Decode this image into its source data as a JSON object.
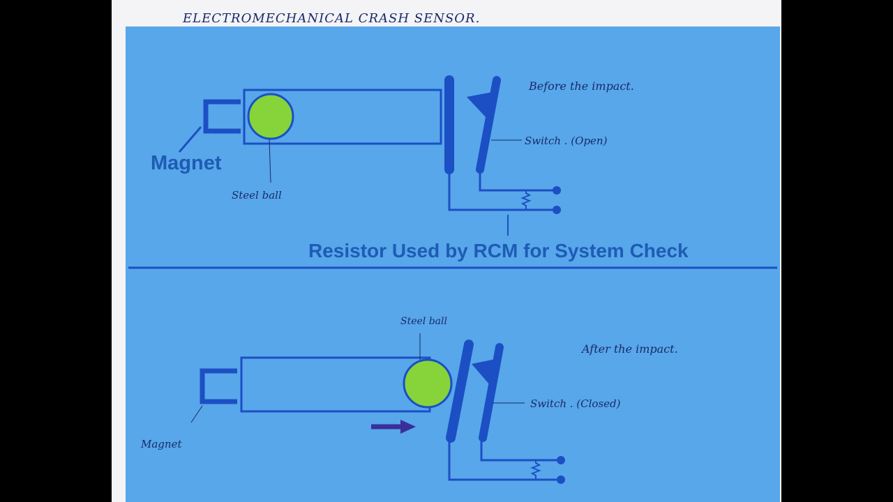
{
  "header": {
    "title": "ELECTROMECHANICAL CRASH SENSOR."
  },
  "top_panel": {
    "state_note": "Before the impact.",
    "switch_label": "Switch . (Open)",
    "magnet_label": "Magnet",
    "ball_label": "Steel ball",
    "resistor_caption": "Resistor Used by RCM for System Check"
  },
  "bottom_panel": {
    "state_note": "After the impact.",
    "switch_label": "Switch . (Closed)",
    "magnet_label": "Magnet",
    "ball_label": "Steel ball"
  },
  "colors": {
    "panel": "#57a7ea",
    "line": "#1c4fc4",
    "ball": "#86d43a",
    "magnet_text": "#1f5bb5",
    "arrow": "#3a2f9a"
  }
}
